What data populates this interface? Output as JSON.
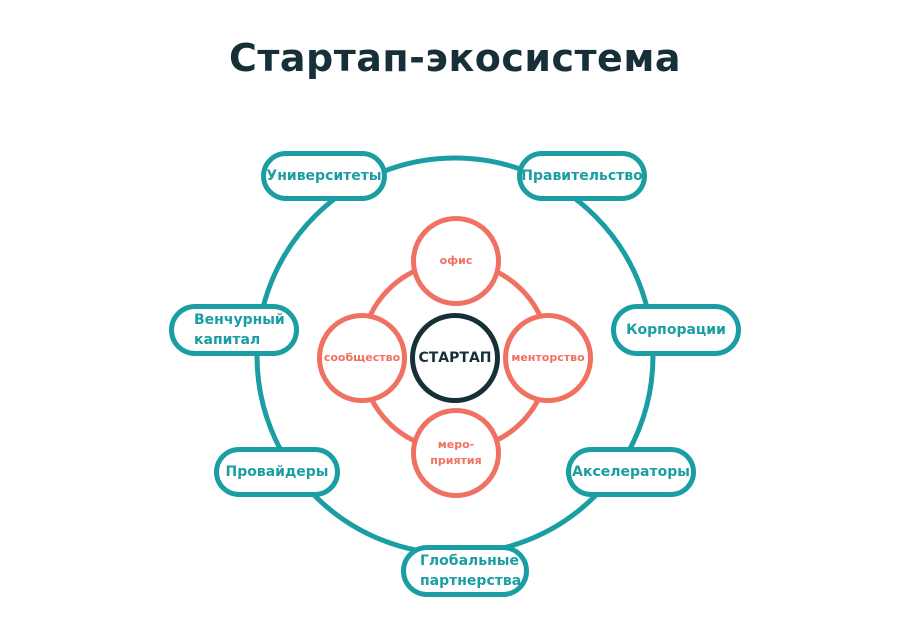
{
  "title": "Стартап-экосистема",
  "center": "СТАРТАП",
  "inner_nodes": {
    "top": "офис",
    "left": "сообщество",
    "right": "менторство",
    "bottom": "меро-\nприятия"
  },
  "outer_nodes": {
    "universities": "Университеты",
    "government": "Правительство",
    "venture": "Венчурный\nкапитал",
    "corporations": "Корпорации",
    "providers": "Провайдеры",
    "accelerators": "Акселераторы",
    "partnerships": "Глобальные\nпартнерства"
  },
  "colors": {
    "outer": "#1a9ea3",
    "inner": "#f07062",
    "core": "#173038"
  }
}
